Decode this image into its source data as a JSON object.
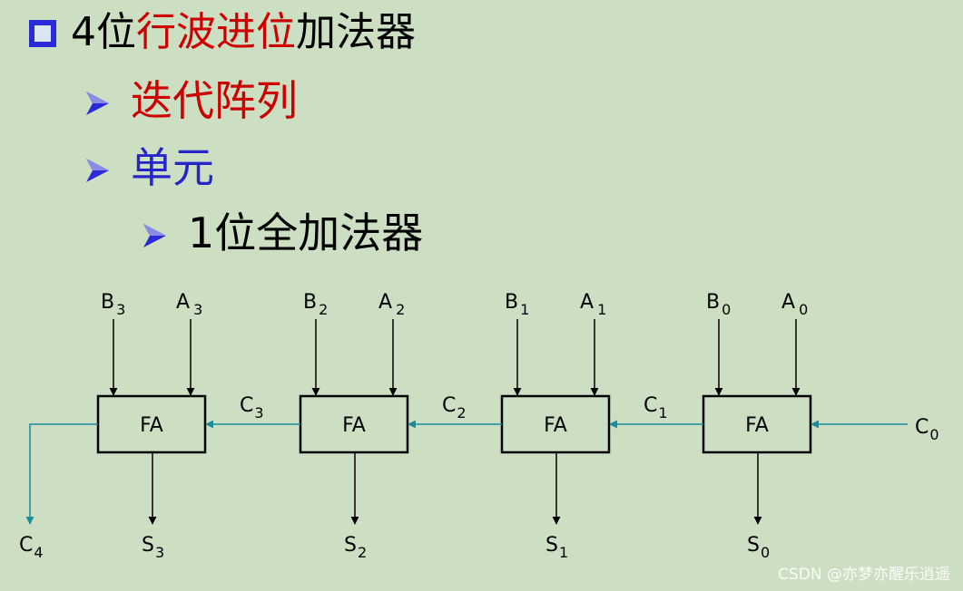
{
  "title": {
    "prefix": "4位",
    "highlight": "行波进位",
    "suffix": "加法器"
  },
  "bullets": [
    {
      "text": "迭代阵列",
      "color": "#cc0000"
    },
    {
      "text": "单元",
      "color": "#2525c8"
    }
  ],
  "sub_bullet": {
    "text": "1位全加法器"
  },
  "diagram": {
    "block_label": "FA",
    "cells": [
      {
        "b": "B",
        "b_sub": "3",
        "a": "A",
        "a_sub": "3",
        "s": "S",
        "s_sub": "3"
      },
      {
        "b": "B",
        "b_sub": "2",
        "a": "A",
        "a_sub": "2",
        "s": "S",
        "s_sub": "2"
      },
      {
        "b": "B",
        "b_sub": "1",
        "a": "A",
        "a_sub": "1",
        "s": "S",
        "s_sub": "1"
      },
      {
        "b": "B",
        "b_sub": "0",
        "a": "A",
        "a_sub": "0",
        "s": "S",
        "s_sub": "0"
      }
    ],
    "carries": [
      {
        "c": "C",
        "c_sub": "3"
      },
      {
        "c": "C",
        "c_sub": "2"
      },
      {
        "c": "C",
        "c_sub": "1"
      }
    ],
    "carry_in": {
      "c": "C",
      "c_sub": "0"
    },
    "carry_out": {
      "c": "C",
      "c_sub": "4"
    },
    "carry_color": "#1a8c9c",
    "bullet_color": "#2a2ad8"
  },
  "watermark": "CSDN @亦梦亦醒乐逍遥"
}
